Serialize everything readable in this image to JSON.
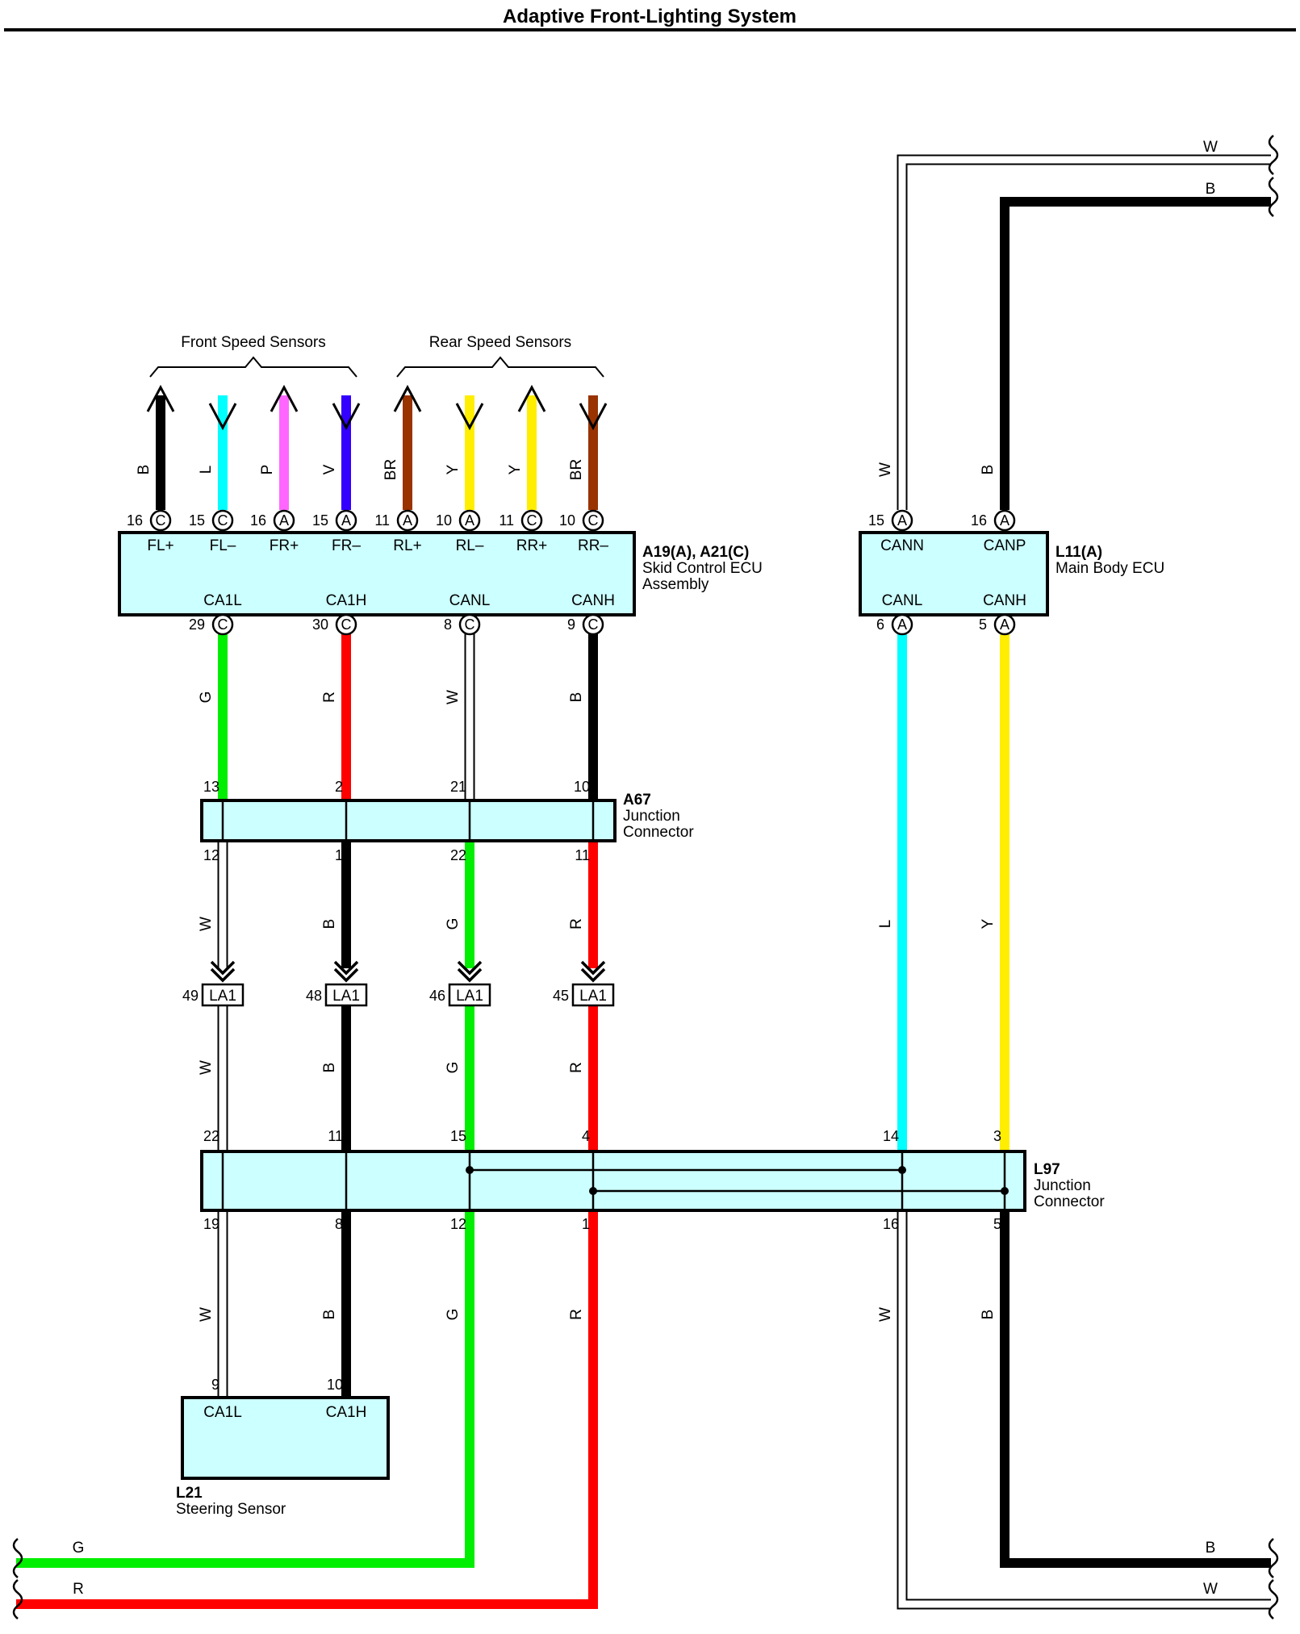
{
  "title": "Adaptive Front-Lighting System",
  "groups": {
    "front": "Front Speed Sensors",
    "rear": "Rear Speed Sensors"
  },
  "colors": {
    "B": "#000000",
    "W": "#ffffff",
    "L": "#00ffff",
    "P": "#ff66ff",
    "V": "#3300ff",
    "BR": "#993300",
    "Y": "#ffee00",
    "G": "#00ee00",
    "R": "#ff0000",
    "box_fill": "#ccffff"
  },
  "sensor_wires": [
    {
      "color": "B",
      "pin": "16",
      "conn": "C",
      "label": "FL+"
    },
    {
      "color": "L",
      "pin": "15",
      "conn": "C",
      "label": "FL–"
    },
    {
      "color": "P",
      "pin": "16",
      "conn": "A",
      "label": "FR+"
    },
    {
      "color": "V",
      "pin": "15",
      "conn": "A",
      "label": "FR–"
    },
    {
      "color": "BR",
      "pin": "11",
      "conn": "A",
      "label": "RL+"
    },
    {
      "color": "Y",
      "pin": "10",
      "conn": "A",
      "label": "RL–"
    },
    {
      "color": "Y",
      "pin": "11",
      "conn": "C",
      "label": "RR+"
    },
    {
      "color": "BR",
      "pin": "10",
      "conn": "C",
      "label": "RR–"
    }
  ],
  "skid_ecu": {
    "code": "A19(A), A21(C)",
    "name_line1": "Skid Control ECU",
    "name_line2": "Assembly",
    "bottom_pins": [
      {
        "label": "CA1L",
        "pin": "29",
        "conn": "C",
        "color": "G"
      },
      {
        "label": "CA1H",
        "pin": "30",
        "conn": "C",
        "color": "R"
      },
      {
        "label": "CANL",
        "pin": "8",
        "conn": "C",
        "color": "W"
      },
      {
        "label": "CANH",
        "pin": "9",
        "conn": "C",
        "color": "B"
      }
    ]
  },
  "main_body_ecu": {
    "code": "L11(A)",
    "name": "Main Body ECU",
    "top_pins": [
      {
        "label": "CANN",
        "pin": "15",
        "conn": "A",
        "color": "W"
      },
      {
        "label": "CANP",
        "pin": "16",
        "conn": "A",
        "color": "B"
      }
    ],
    "bottom_pins": [
      {
        "label": "CANL",
        "pin": "6",
        "conn": "A",
        "color": "L"
      },
      {
        "label": "CANH",
        "pin": "5",
        "conn": "A",
        "color": "Y"
      }
    ]
  },
  "a67": {
    "code": "A67",
    "name_line1": "Junction",
    "name_line2": "Connector",
    "top_pins": [
      "13",
      "2",
      "21",
      "10"
    ],
    "bottom_pins": [
      "12",
      "1",
      "22",
      "11"
    ],
    "bottom_colors": [
      "W",
      "B",
      "G",
      "R"
    ]
  },
  "la1": {
    "code": "LA1",
    "pins": [
      "49",
      "48",
      "46",
      "45"
    ]
  },
  "l97": {
    "code": "L97",
    "name_line1": "Junction",
    "name_line2": "Connector",
    "top_pins": [
      "22",
      "11",
      "15",
      "4",
      "14",
      "3"
    ],
    "bottom_pins": [
      "19",
      "8",
      "12",
      "1",
      "16",
      "5"
    ]
  },
  "steering": {
    "code": "L21",
    "name": "Steering Sensor",
    "pins": [
      {
        "label": "CA1L",
        "pin": "9"
      },
      {
        "label": "CA1H",
        "pin": "10"
      }
    ]
  },
  "continuation": {
    "right_top": [
      "W",
      "B"
    ],
    "left_bottom": [
      "G",
      "R"
    ],
    "right_bottom": [
      "B",
      "W"
    ]
  },
  "wire_labels": {
    "skid_to_a67": [
      "G",
      "R",
      "W",
      "B"
    ],
    "a67_to_la1": [
      "W",
      "B",
      "G",
      "R"
    ],
    "la1_to_l97": [
      "W",
      "B",
      "G",
      "R"
    ],
    "ecu_to_l97": [
      "L",
      "Y"
    ],
    "l97_to_below": [
      "W",
      "B",
      "G",
      "R",
      "W",
      "B"
    ],
    "ecu_top": [
      "W",
      "B"
    ]
  }
}
